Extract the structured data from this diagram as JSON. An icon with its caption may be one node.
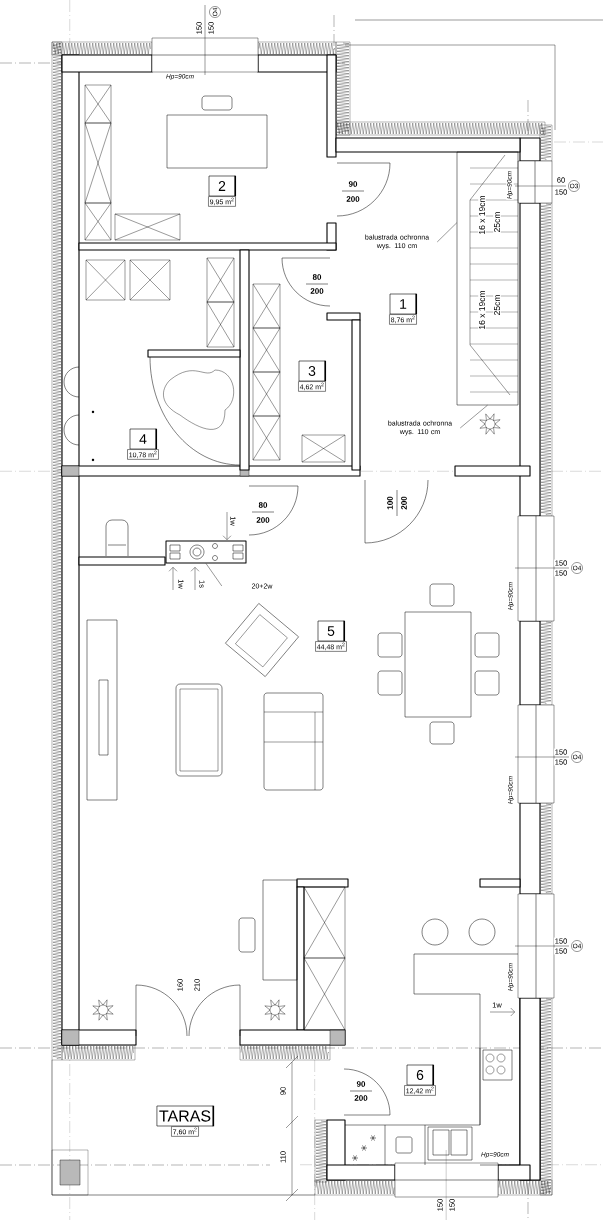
{
  "diagram": {
    "nodes": [
      {
        "text": [
          "balustrada ochronna wys. 110 cm"
        ]
      },
      {
        "text": [
          "balustrada ochronna wys. 110 cm"
        ]
      },
      {
        "text": [
          "20+2w"
        ]
      },
      {
        "text": [],
        "shape": "box"
      },
      {
        "text": [
          "2",
          "9,95 m$^{2}$"
        ]
      },
      {
        "text": [
          "1",
          "8,76 m$^{2}$"
        ]
      },
      {
        "text": [
          "3",
          "4,62 m$^{2}$"
        ]
      },
      {
        "text": [
          "4",
          "10,78 m$^{2}$"
        ]
      },
      {
        "text": [
          "5",
          "44,48 m$^{2}$"
        ]
      },
      {
        "text": [
          "6",
          "12,42 m$^{2}$"
        ]
      },
      {
        "text": [
          "TARAS",
          "7,60 m$^{2}$"
        ]
      },
      {
        "text": [],
        "shape": "picture"
      }
    ],
    "edges": [
      {
        "from": 0,
        "to": 11,
        "arrow": "none"
      },
      {
        "from": 1,
        "to": 11,
        "arrow": "none"
      },
      {
        "from": 2,
        "to": 3,
        "arrow": "none"
      }
    ],
    "labels": [
      "150",
      "150",
      "O4",
      "Hp=90cm",
      "90",
      "200",
      "60",
      "150",
      "O3",
      "Hp=90cm",
      "16 x 19cm",
      "25cm",
      "80",
      "200",
      "16 x 19cm",
      "25cm",
      "80",
      "200",
      "100",
      "200",
      "1w",
      "1w",
      "1s",
      "150",
      "150",
      "O4",
      "Hp=90cm",
      "150",
      "150",
      "O4",
      "Hp=90cm",
      "150",
      "150",
      "O4",
      "Hp=90cm",
      "160",
      "210",
      "1w",
      "90",
      "200",
      "90",
      "110",
      "Hp=90cm",
      "150",
      "150"
    ]
  }
}
